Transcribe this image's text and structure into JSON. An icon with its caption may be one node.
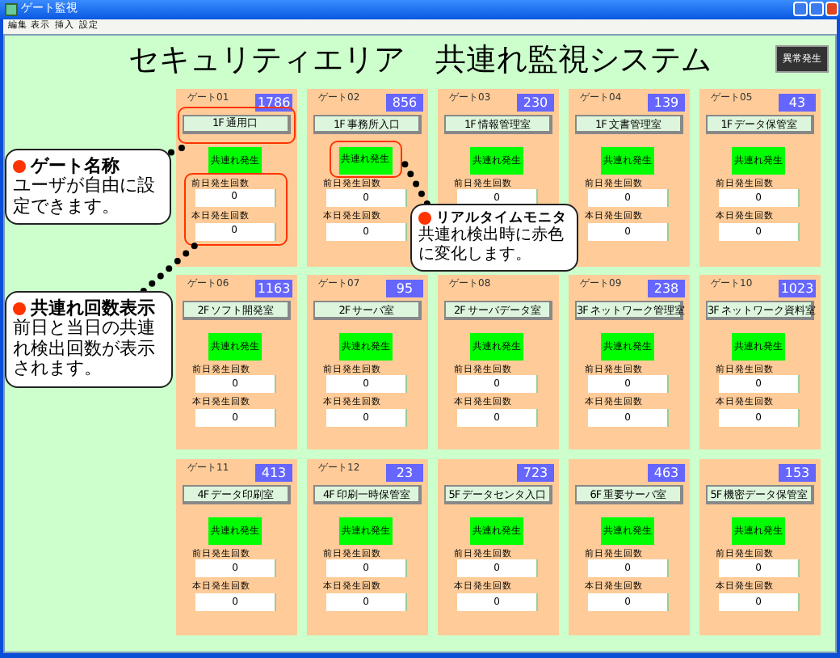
{
  "diagram": {
    "title": "セキュリティエリア　共連れ監視システム",
    "nodes": [
      {
        "text": [
          "異常発生"
        ]
      },
      {
        "text": [
          "ゲート01",
          "1786",
          "共連れ発生"
        ]
      },
      {
        "text": [
          "ゲート02",
          "856",
          "1F 事務所入口",
          "前日発生回数",
          "0",
          "本日発生回数",
          "0"
        ]
      },
      {
        "text": [
          "ゲート03",
          "230",
          "1F 情報管理室",
          "共連れ発生",
          "前日発生回数",
          "0"
        ]
      },
      {
        "text": [
          "ゲート04",
          "139",
          "1F 文書管理室",
          "共連れ発生",
          "前日発生回数",
          "0",
          "本日発生回数",
          "0"
        ]
      },
      {
        "text": [
          "ゲート05",
          "43",
          "1F データ保管室",
          "共連れ発生",
          "前日発生回数",
          "0",
          "本日発生回数",
          "0"
        ]
      },
      {
        "text": [
          "ゲート06",
          "1163",
          "2F ソフト開発室",
          "共連れ発生",
          "前日発生回数",
          "0",
          "本日発生回数",
          "0"
        ]
      },
      {
        "text": [
          "ゲート07",
          "95",
          "2F サーバ室",
          "共連れ発生",
          "前日発生回数",
          "0",
          "本日発生回数",
          "0"
        ]
      },
      {
        "text": [
          "ゲート08",
          "2F サーバデータ室",
          "共連れ発生",
          "前日発生回数",
          "0",
          "本日発生回数",
          "0"
        ]
      },
      {
        "text": [
          "ゲート09",
          "238",
          "3F ネットワーク管理室",
          "共連れ発生",
          "前日発生回数",
          "0",
          "本日発生回数",
          "0"
        ]
      },
      {
        "text": [
          "ゲート10",
          "1023",
          "3F ネットワーク資料室",
          "共連れ発生",
          "前日発生回数",
          "0",
          "本日発生回数",
          "0"
        ]
      },
      {
        "text": [
          "ゲート11",
          "413",
          "4F データ印刷室",
          "共連れ発生",
          "前日発生回数",
          "0",
          "本日発生回数",
          "0"
        ]
      },
      {
        "text": [
          "ゲート12",
          "23",
          "4F 印刷一時保管室",
          "共連れ発生",
          "前日発生回数",
          "0",
          "本日発生回数",
          "0"
        ]
      },
      {
        "text": [
          "723",
          "5F データセンタ入口",
          "共連れ発生",
          "前日発生回数",
          "0",
          "本日発生回数",
          "0"
        ]
      },
      {
        "text": [
          "463",
          "6F 重要サーバ室",
          "共連れ発生",
          "前日発生回数",
          "0",
          "本日発生回数",
          "0"
        ]
      },
      {
        "text": [
          "153",
          "5F 機密データ保管室",
          "共連れ発生",
          "前日発生回数",
          "0",
          "本日発生回数",
          "0"
        ]
      },
      {
        "text": [
          "1F 通用口"
        ],
        "in": 1
      },
      {
        "text": [
          "前日発生回数",
          "0",
          "本日発生回数",
          "0"
        ],
        "in": 1
      },
      {
        "text": [
          "共連れ発生"
        ],
        "in": 2
      },
      {
        "text": [
          "ゲート名称",
          "ユーザが自由に設定できます。"
        ]
      },
      {
        "text": [
          "共連れ回数表示",
          "前日と当日の共連れ検出回数が表示されます。"
        ]
      },
      {
        "text": [
          "リアルタイムモニタ",
          "共連れ検出時に赤色に変化します。"
        ]
      }
    ],
    "edges": [
      {
        "from": 19,
        "to": 16,
        "arrow": "none"
      },
      {
        "from": 20,
        "to": 17,
        "arrow": "none"
      },
      {
        "from": 21,
        "to": 18,
        "arrow": "none"
      }
    ],
    "labels": [
      "ゲート監視",
      "編集",
      "表示",
      "挿入",
      "設定"
    ]
  }
}
